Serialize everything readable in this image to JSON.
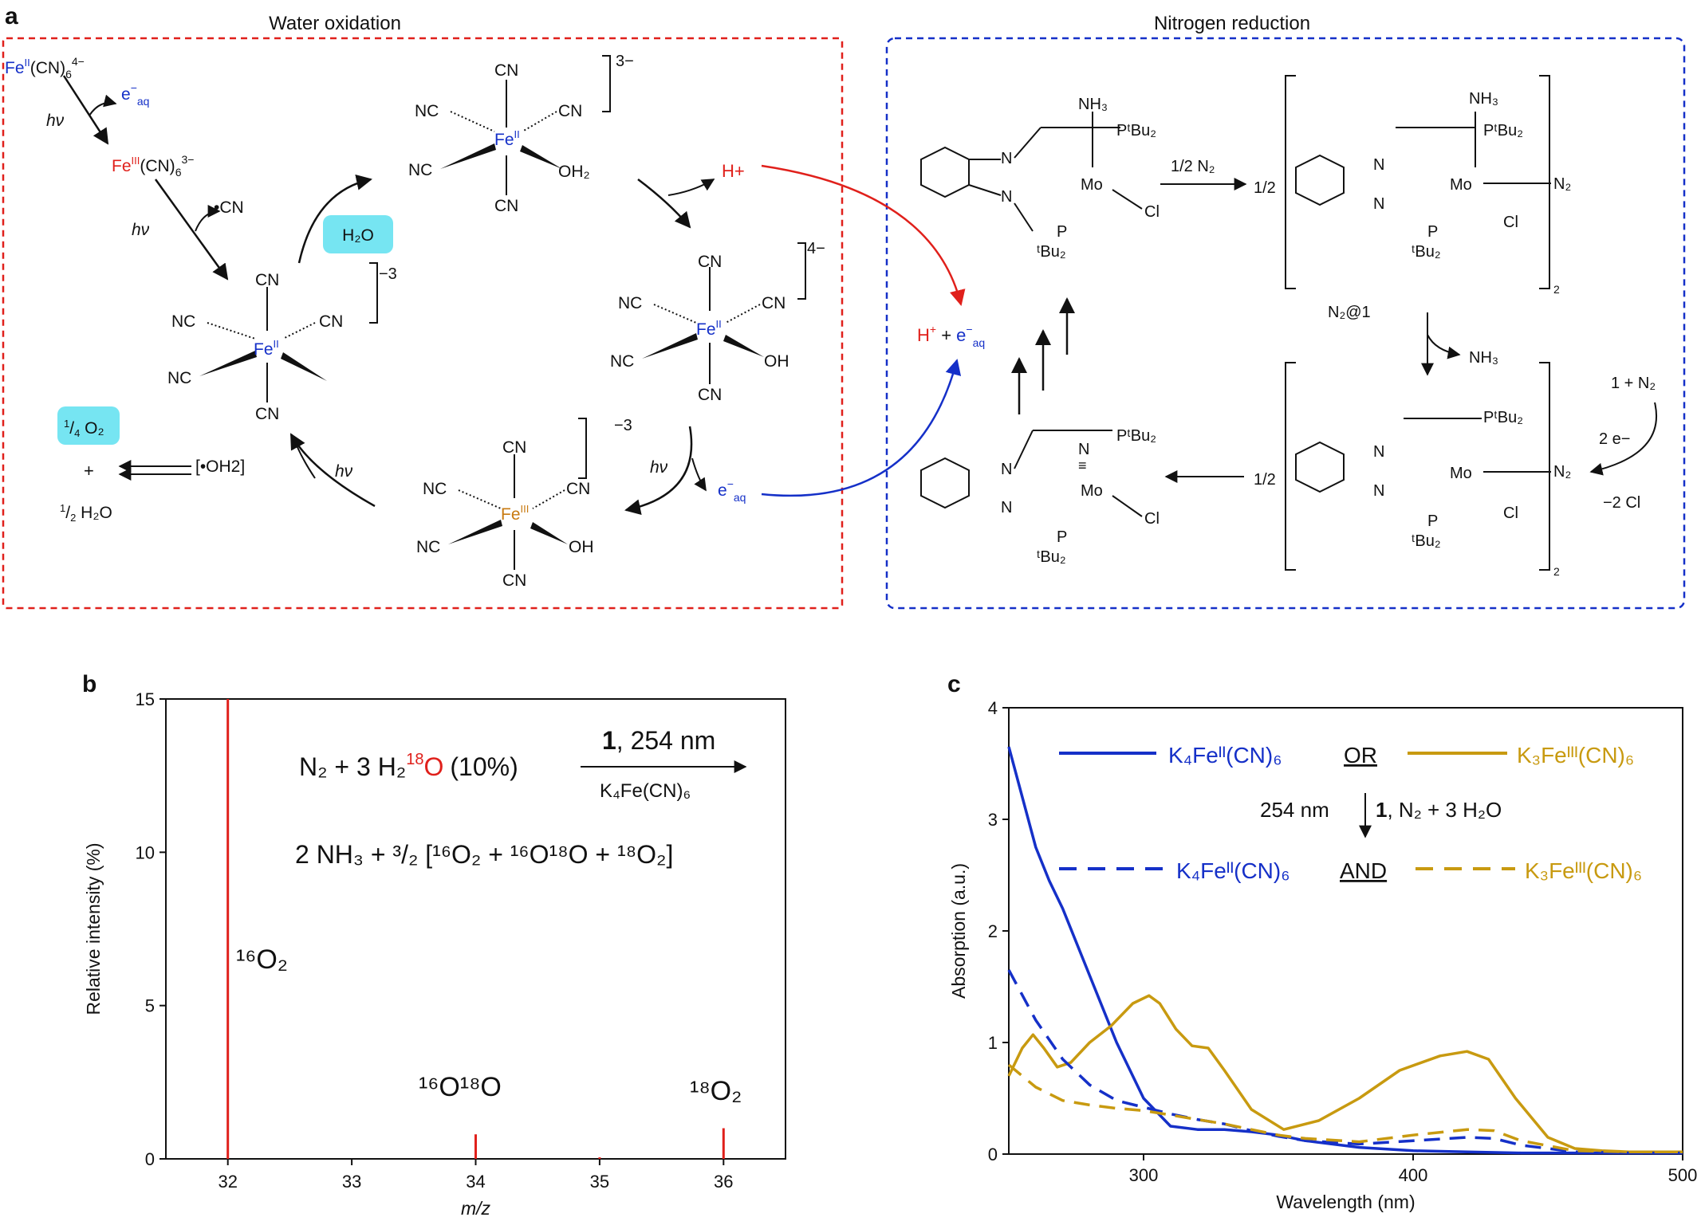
{
  "panels": {
    "a": {
      "label": "a",
      "left_title": "Water oxidation",
      "right_title": "Nitrogen reduction",
      "water": {
        "start_complex": "Fe",
        "start_ox": "II",
        "start_rest": "(CN)",
        "start_sub": "6",
        "start_sup": "4−",
        "eaq": "e",
        "eaq_sup": "−",
        "eaq_sub": "aq",
        "hv": "hν",
        "fe3_complex": "Fe",
        "fe3_ox": "III",
        "fe3_rest": "(CN)",
        "fe3_sub": "6",
        "fe3_sup": "3−",
        "cn_radical": "•CN",
        "h2o_box": "H₂O",
        "o2_box_num": "1",
        "o2_box_den": "4",
        "o2_box_rest": "O₂",
        "plus": "+",
        "half_h2o": "H₂O",
        "oh2_radical": "[•OH2]",
        "cn": "CN",
        "nc": "NC",
        "oh2": "OH₂",
        "oh": "OH",
        "fe": "Fe",
        "ox2": "II",
        "ox3": "III",
        "charge_3m": "3−",
        "charge_m3": "−3",
        "charge_4m": "4−",
        "hplus": "H+",
        "h_plus_eaq": "H+ + e−aq"
      },
      "nitrogen": {
        "nh3": "NH₃",
        "ptbu2": "PᵗBu₂",
        "p": "P",
        "tbu2": "ᵗBu₂",
        "mo": "Mo",
        "cl": "Cl",
        "n": "N",
        "n2": "N₂",
        "half": "1/2",
        "half_n2": "1/2 N₂",
        "n2_at_1": "N₂@1",
        "minus_nh3": "NH₃",
        "one_plus_n2": "1 + N₂",
        "two_e": "2 e−",
        "minus_2cl": "−2 Cl",
        "subscript_2": "2",
        "triple_bond": "≡"
      }
    },
    "b": {
      "label": "b",
      "reaction_line1_left": "N₂ + 3 H₂",
      "reaction_line1_iso": "18",
      "reaction_line1_o": "O",
      "reaction_line1_pct": "(10%)",
      "reaction_cond_bold": "1",
      "reaction_cond_rest": ", 254 nm",
      "reaction_cond_below": "K₄Fe(CN)₆",
      "reaction_line2": "2 NH₃ + ³/₂ [¹⁶O₂ + ¹⁶O¹⁸O + ¹⁸O₂]",
      "peak_label_32": "¹⁶O₂",
      "peak_label_34": "¹⁶O¹⁸O",
      "peak_label_36": "¹⁸O₂"
    },
    "c": {
      "label": "c",
      "legend_k4": "K₄Feᴵᴵ(CN)₆",
      "legend_k3": "K₃Feᴵᴵᴵ(CN)₆",
      "legend_or": "OR",
      "legend_and": "AND",
      "legend_cond_left": "254 nm",
      "legend_cond_right_bold": "1",
      "legend_cond_right": ", N₂ + 3 H₂O"
    }
  },
  "colors": {
    "red": "#e0201b",
    "blue": "#1530c8",
    "orange": "#c89a10",
    "cyan": "#5ee0f0"
  },
  "chart_data": [
    {
      "type": "bar",
      "panel": "b",
      "xlabel": "m/z",
      "ylabel": "Relative intensity (%)",
      "xlim": [
        31.5,
        36.5
      ],
      "ylim": [
        0,
        15
      ],
      "xticks": [
        32,
        33,
        34,
        35,
        36
      ],
      "yticks": [
        0,
        5,
        10,
        15
      ],
      "x": [
        32,
        34,
        35,
        36
      ],
      "values": [
        15,
        0.8,
        0.05,
        1.0
      ],
      "color": "#e0201b"
    },
    {
      "type": "line",
      "panel": "c",
      "xlabel": "Wavelength (nm)",
      "ylabel": "Absorption (a.u.)",
      "xlim": [
        250,
        500
      ],
      "ylim": [
        0,
        4
      ],
      "xticks": [
        300,
        400,
        500
      ],
      "yticks": [
        0,
        1,
        2,
        3,
        4
      ],
      "series": [
        {
          "name": "K₄Feᴵᴵ(CN)₆",
          "style": "solid",
          "color": "#1530c8",
          "x": [
            250,
            255,
            260,
            265,
            270,
            280,
            290,
            300,
            310,
            320,
            330,
            340,
            350,
            360,
            380,
            400,
            420,
            440,
            460,
            480,
            500
          ],
          "y": [
            3.65,
            3.2,
            2.75,
            2.45,
            2.2,
            1.6,
            1.0,
            0.5,
            0.25,
            0.22,
            0.22,
            0.2,
            0.17,
            0.12,
            0.06,
            0.03,
            0.02,
            0.01,
            0.01,
            0.01,
            0.01
          ]
        },
        {
          "name": "K₃Feᴵᴵᴵ(CN)₆",
          "style": "solid",
          "color": "#c89a10",
          "x": [
            250,
            255,
            259,
            263,
            268,
            273,
            280,
            288,
            296,
            302,
            306,
            312,
            318,
            324,
            330,
            340,
            352,
            365,
            380,
            395,
            410,
            420,
            428,
            438,
            450,
            460,
            470,
            480,
            500
          ],
          "y": [
            0.7,
            0.95,
            1.07,
            0.95,
            0.78,
            0.82,
            1.0,
            1.15,
            1.35,
            1.42,
            1.35,
            1.12,
            0.97,
            0.95,
            0.75,
            0.4,
            0.22,
            0.3,
            0.5,
            0.75,
            0.88,
            0.92,
            0.85,
            0.5,
            0.15,
            0.05,
            0.03,
            0.02,
            0.02
          ]
        },
        {
          "name": "K₄Feᴵᴵ(CN)₆",
          "style": "dashed",
          "color": "#1530c8",
          "x": [
            250,
            260,
            270,
            280,
            290,
            300,
            310,
            320,
            330,
            340,
            350,
            360,
            380,
            400,
            420,
            430,
            440,
            460,
            480,
            500
          ],
          "y": [
            1.65,
            1.2,
            0.85,
            0.62,
            0.48,
            0.42,
            0.36,
            0.31,
            0.27,
            0.21,
            0.16,
            0.12,
            0.09,
            0.12,
            0.15,
            0.14,
            0.08,
            0.02,
            0.01,
            0.01
          ]
        },
        {
          "name": "K₃Feᴵᴵᴵ(CN)₆",
          "style": "dashed",
          "color": "#c89a10",
          "x": [
            250,
            260,
            270,
            280,
            290,
            300,
            310,
            320,
            330,
            340,
            350,
            360,
            380,
            400,
            420,
            430,
            440,
            460,
            480,
            500
          ],
          "y": [
            0.8,
            0.6,
            0.48,
            0.44,
            0.41,
            0.39,
            0.35,
            0.31,
            0.27,
            0.22,
            0.17,
            0.14,
            0.11,
            0.17,
            0.22,
            0.21,
            0.12,
            0.03,
            0.02,
            0.02
          ]
        }
      ]
    }
  ]
}
